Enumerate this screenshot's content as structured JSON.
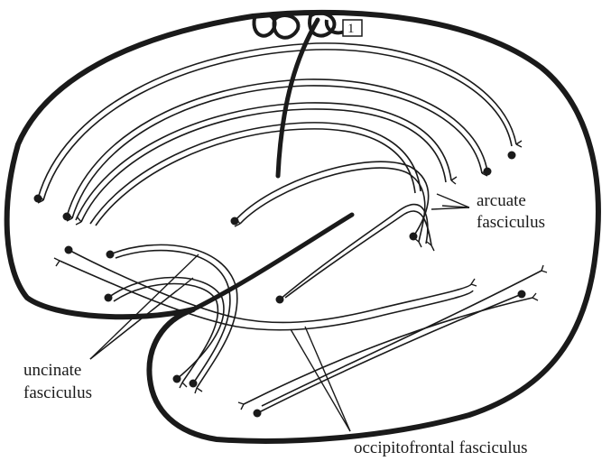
{
  "diagram": {
    "labels": {
      "arcuate_line1": "arcuate",
      "arcuate_line2": "fasciculus",
      "uncinate_line1": "uncinate",
      "uncinate_line2": "fasciculus",
      "occipitofrontal": "occipitofrontal fasciculus"
    },
    "badge": "1",
    "colors": {
      "ink": "#1a1a1a",
      "background": "#ffffff"
    }
  }
}
